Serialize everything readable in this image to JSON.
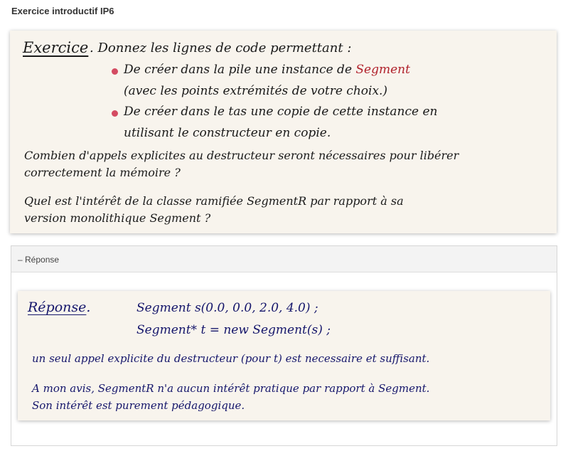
{
  "page": {
    "title": "Exercice introductif IP6"
  },
  "exercise": {
    "heading": "Exercice",
    "intro": ". Donnez les lignes de code permettant :",
    "bullet1_pre": "De créer dans la pile une instance de ",
    "bullet1_highlight": "Segment",
    "bullet1_cont": "(avec les points extrémités de votre choix.)",
    "bullet2": "De créer dans le tas une copie de cette instance en",
    "bullet2_cont": "utilisant le constructeur en copie.",
    "q2_line1": "Combien d'appels explicites au destructeur seront nécessaires pour libérer",
    "q2_line2": "correctement la mémoire ?",
    "q3_line1": "Quel est l'intérêt de la classe ramifiée SegmentR par rapport à sa",
    "q3_line2": "version monolithique Segment ?",
    "accent_color": "#b0212b",
    "bullet_color": "#d44b62"
  },
  "answer_toggle": {
    "label": "– Réponse"
  },
  "answer": {
    "heading": "Réponse",
    "heading_dot": ".",
    "code1": "Segment s(0.0, 0.0, 2.0, 4.0) ;",
    "code2": "Segment* t = new Segment(s) ;",
    "line3": "un seul appel explicite du destructeur (pour t) est necessaire et suffisant.",
    "line4": "A mon avis, SegmentR n'a aucun intérêt pratique par rapport à Segment.",
    "line5": "Son intérêt est purement pédagogique.",
    "ink_color": "#15166b"
  }
}
